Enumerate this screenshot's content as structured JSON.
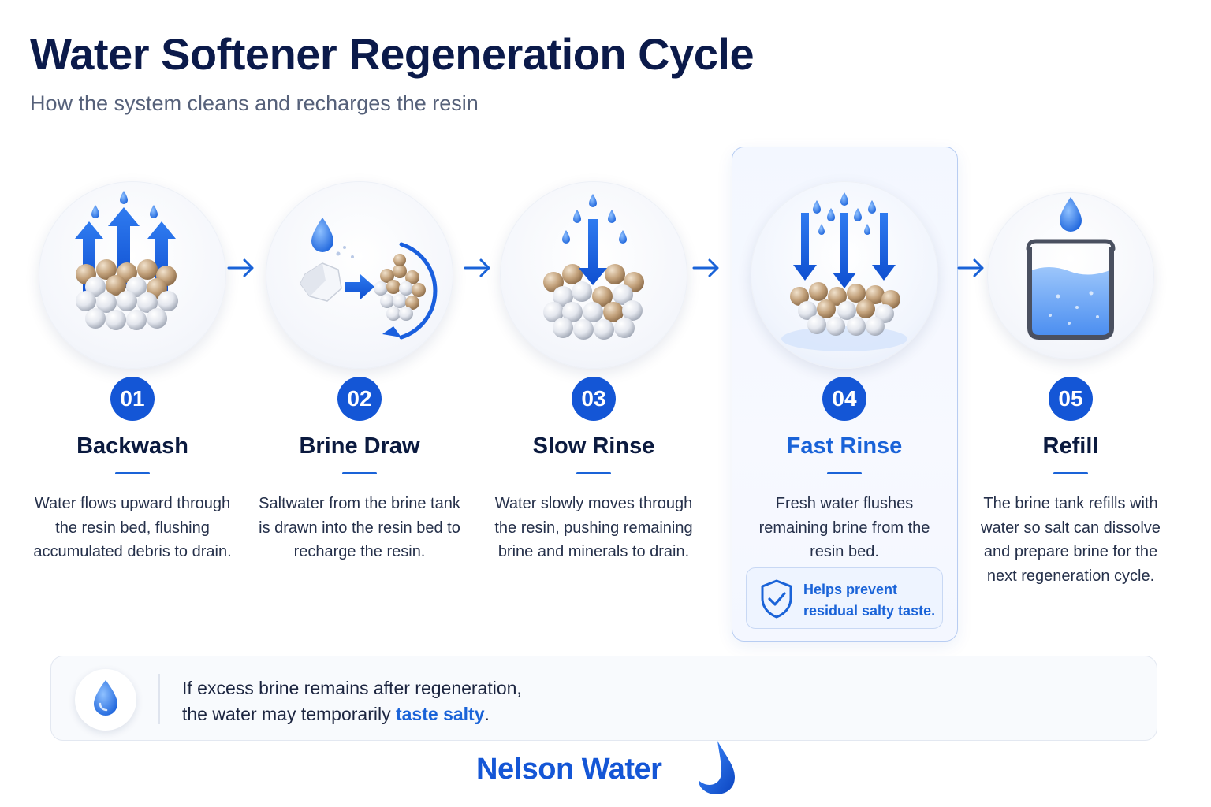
{
  "header": {
    "title": "Water Softener Regeneration Cycle",
    "subtitle": "How the system cleans and recharges the resin"
  },
  "steps": [
    {
      "number": "01",
      "title": "Backwash",
      "description": "Water flows upward through the resin bed, flushing accumulated debris to drain.",
      "icon": "upward-flow-resin-icon"
    },
    {
      "number": "02",
      "title": "Brine Draw",
      "description": "Saltwater from the brine tank is drawn into the resin bed to recharge the resin.",
      "icon": "salt-to-resin-icon"
    },
    {
      "number": "03",
      "title": "Slow Rinse",
      "description": "Water slowly moves through the resin, pushing remaining brine and minerals to drain.",
      "icon": "slow-rinse-resin-icon"
    },
    {
      "number": "04",
      "title": "Fast Rinse",
      "description": "Fresh water flushes remaining brine from the resin bed.",
      "icon": "fast-rinse-resin-icon",
      "tip": "Helps prevent residual salty taste."
    },
    {
      "number": "05",
      "title": "Refill",
      "description": "The brine tank refills with water so salt can dissolve and prepare brine for the next regeneration cycle.",
      "icon": "brine-tank-refill-icon"
    }
  ],
  "note": {
    "text_before": "If excess brine remains after regeneration,",
    "text_line2": "the water may temporarily ",
    "accent": "taste salty",
    "text_after": "."
  },
  "brand": {
    "name": "Nelson Water"
  },
  "colors": {
    "primary": "#1456d6",
    "accent": "#1a63d8",
    "title": "#0b1a4a",
    "subtitle": "#56617a",
    "resin_tan": "#b89a78",
    "resin_white": "#dfe2e8"
  }
}
